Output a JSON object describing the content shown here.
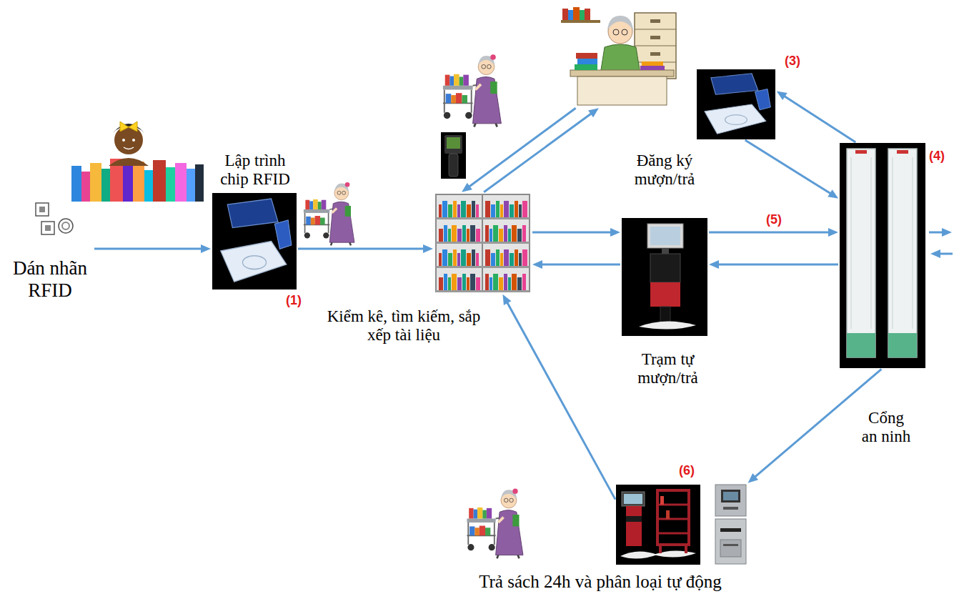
{
  "diagram": {
    "nodes": [
      {
        "text": [
          "Dán nhãn RFID"
        ]
      },
      {
        "text": [
          "Lập trình chip RFID"
        ]
      },
      {
        "text": [
          "Kiểm kê, tìm kiếm, sắp xếp tài liệu"
        ]
      },
      {
        "text": [
          "Đăng ký mượn/trả"
        ]
      },
      {
        "text": [
          "Trạm tự mượn/trả"
        ]
      },
      {
        "text": [
          "Cổng an ninh"
        ]
      },
      {
        "text": [
          "Trả sách 24h và phân loại tự động"
        ]
      }
    ],
    "edges": [
      {
        "from": 0,
        "to": 1,
        "arrow": "to"
      },
      {
        "from": 1,
        "to": 2,
        "arrow": "to"
      },
      {
        "from": 2,
        "to": 3,
        "arrow": "to"
      },
      {
        "from": 3,
        "to": 2,
        "arrow": "to"
      },
      {
        "from": 2,
        "to": 4,
        "arrow": "to"
      },
      {
        "from": 4,
        "to": 2,
        "arrow": "to"
      },
      {
        "from": 4,
        "to": 5,
        "label": "(5)",
        "arrow": "to"
      },
      {
        "from": 5,
        "to": 4,
        "arrow": "to"
      },
      {
        "from": 3,
        "to": 5,
        "arrow": "to"
      },
      {
        "from": 5,
        "to": 3,
        "arrow": "to"
      },
      {
        "from": 5,
        "to": 6,
        "arrow": "to"
      },
      {
        "from": 6,
        "to": 2,
        "arrow": "to"
      }
    ],
    "labels": [
      "(1)",
      "(3)",
      "(4)",
      "(6)"
    ]
  }
}
